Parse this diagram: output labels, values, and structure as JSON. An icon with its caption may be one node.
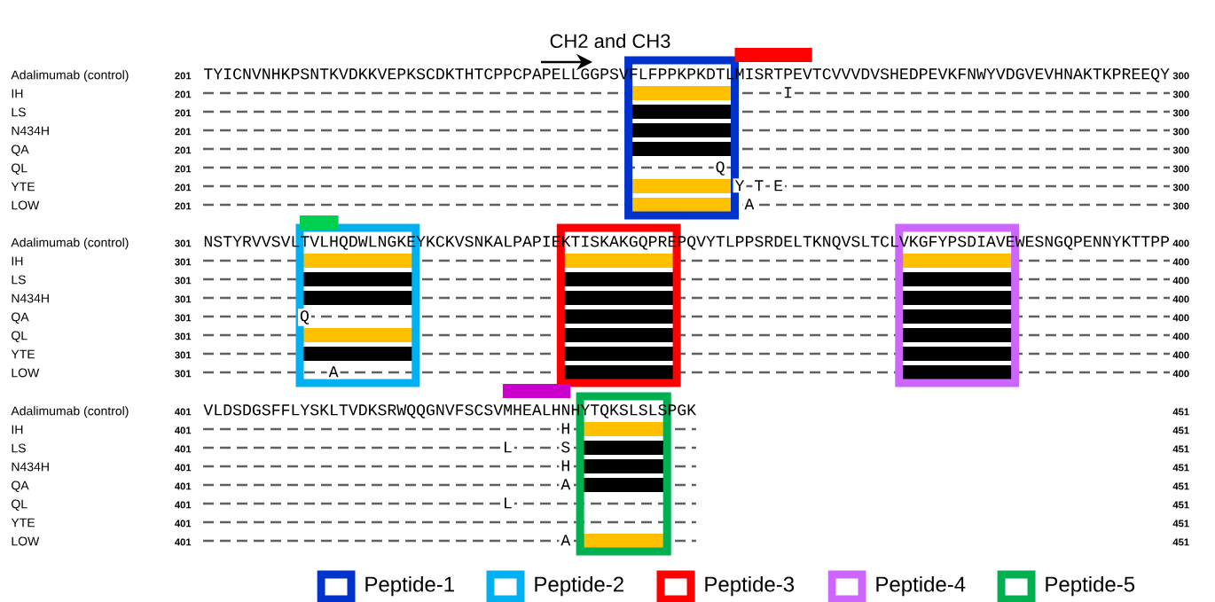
{
  "diagram": {
    "labels": [
      "CH2 and CH3",
      "Adalimumab (control)",
      "201",
      "TYICNVNHKPSNTKVDKKVEPKSCDKTHTCPPCPAPELLGGPSVFLFPPKPKDTLMISRTPEVTCVVVDVSHEDPEVKFNWYVDGVEVHNAKTKPREEQY",
      "300",
      "IH",
      "201",
      "I",
      "300",
      "LS",
      "201",
      "300",
      "N434H",
      "201",
      "300",
      "QA",
      "201",
      "300",
      "QL",
      "201",
      "Q",
      "300",
      "YTE",
      "201",
      "Y",
      "T",
      "E",
      "300",
      "LOW",
      "201",
      "A",
      "300",
      "Adalimumab (control)",
      "301",
      "NSTYRVVSVLTVLHQDWLNGKEYKCKVSNKALPAPIEKTISKAKGQPREPQVYTLPPSRDELTKNQVSLTCLVKGFYPSDIAVEWESNGQPENNYKTTPP",
      "400",
      "IH",
      "301",
      "400",
      "LS",
      "301",
      "400",
      "N434H",
      "301",
      "400",
      "QA",
      "301",
      "Q",
      "400",
      "QL",
      "301",
      "400",
      "YTE",
      "301",
      "400",
      "LOW",
      "301",
      "A",
      "400",
      "Adalimumab (control)",
      "401",
      "VLDSDGSFFLYSKLTVDKSRWQQGNVFSCSVMHEALHNHYTQKSLSLSPGK",
      "451",
      "IH",
      "401",
      "H",
      "451",
      "LS",
      "401",
      "L",
      "S",
      "451",
      "N434H",
      "401",
      "H",
      "451",
      "QA",
      "401",
      "A",
      "451",
      "QL",
      "401",
      "L",
      "451",
      "YTE",
      "401",
      "451",
      "LOW",
      "401",
      "A",
      "451"
    ],
    "legend": [
      {
        "text": "Peptide-1",
        "color": "#0033cc"
      },
      {
        "text": "Peptide-2",
        "color": "#00b0f0"
      },
      {
        "text": "Peptide-3",
        "color": "#ff0000"
      },
      {
        "text": "Peptide-4",
        "color": "#cc66ff"
      },
      {
        "text": "Peptide-5",
        "color": "#00b050"
      }
    ]
  }
}
